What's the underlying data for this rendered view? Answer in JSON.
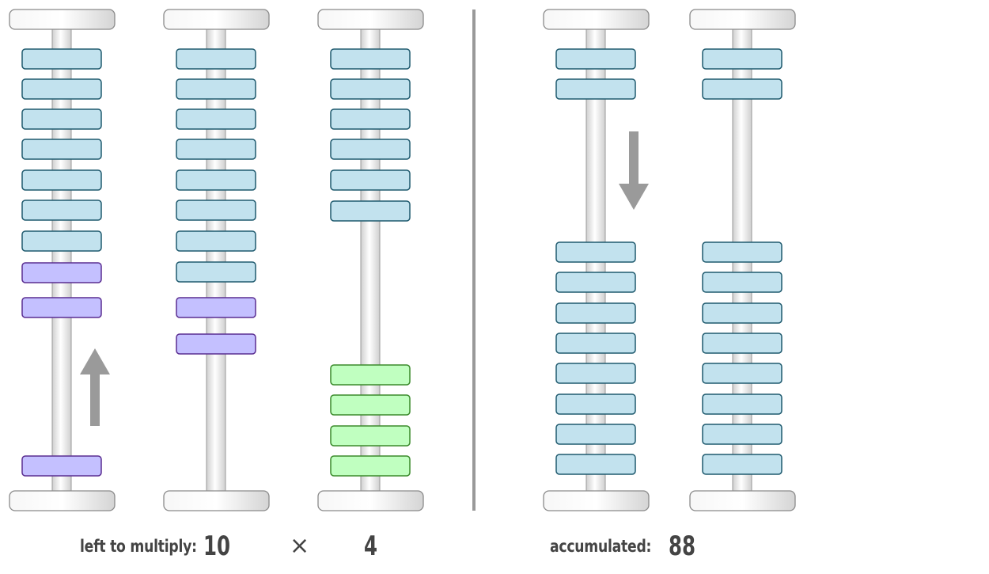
{
  "labels": {
    "left_caption": "left to multiply:",
    "multiplicand": "10",
    "times_sign": "×",
    "multiplier": "4",
    "accumulated_caption": "accumulated:",
    "accumulated_value": "88"
  },
  "colors": {
    "blue_bead": "#c2e2ee",
    "blue_bead_border": "#1f5a6e",
    "purple_bead": "#c4c0ff",
    "purple_bead_border": "#5a2d91",
    "green_bead": "#c0ffc0",
    "green_bead_border": "#3a8a2a",
    "arrow": "#9a9a9a",
    "divider": "#999999",
    "rod": "#e9e9e9",
    "base": "#ececec"
  },
  "rods": [
    {
      "name": "rod-multiplicand-tens",
      "beads": [
        {
          "color": "blue",
          "count": 7
        },
        {
          "color": "purple",
          "count": 3
        }
      ],
      "arrow": "up"
    },
    {
      "name": "rod-multiplicand-ones",
      "beads": [
        {
          "color": "blue",
          "count": 8
        },
        {
          "color": "purple",
          "count": 2
        }
      ]
    },
    {
      "name": "rod-multiplier",
      "beads": [
        {
          "color": "blue",
          "count": 6
        },
        {
          "color": "green",
          "count": 4
        }
      ]
    },
    {
      "name": "rod-accumulated-tens",
      "beads": [
        {
          "color": "blue",
          "count": 10
        }
      ],
      "arrow": "down"
    },
    {
      "name": "rod-accumulated-ones",
      "beads": [
        {
          "color": "blue",
          "count": 10
        }
      ]
    }
  ]
}
